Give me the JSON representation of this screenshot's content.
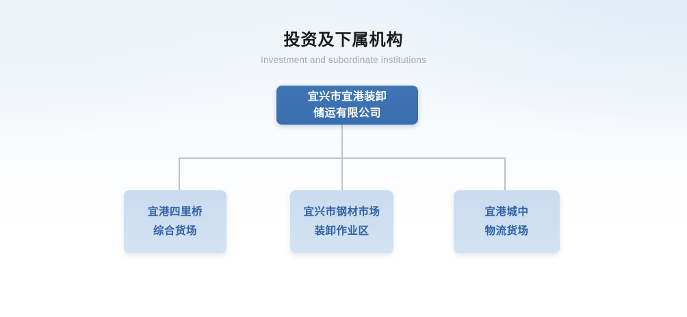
{
  "header": {
    "title": "投资及下属机构",
    "subtitle": "Investment and subordinate institutions"
  },
  "org_chart": {
    "root": {
      "label": "宜兴市宜港装卸\n储运有限公司",
      "text_color": "#ffffff",
      "fill_color": "#3a6eae"
    },
    "children": [
      {
        "label": "宜港四里桥\n综合货场",
        "text_color": "#2f5fa8",
        "fill_color": "#cddff0"
      },
      {
        "label": "宜兴市钢材市场\n装卸作业区",
        "text_color": "#2f5fa8",
        "fill_color": "#cddff0"
      },
      {
        "label": "宜港城中\n物流货场",
        "text_color": "#2f5fa8",
        "fill_color": "#cddff0"
      }
    ],
    "connector_color": "#c2c2c2"
  },
  "theme": {
    "background_top_left": "#edf3f9",
    "background_top_right": "#dfeaf4",
    "background_bottom": "#ffffff",
    "title_color": "#1a1a1a",
    "subtitle_color": "#a6aaae"
  }
}
